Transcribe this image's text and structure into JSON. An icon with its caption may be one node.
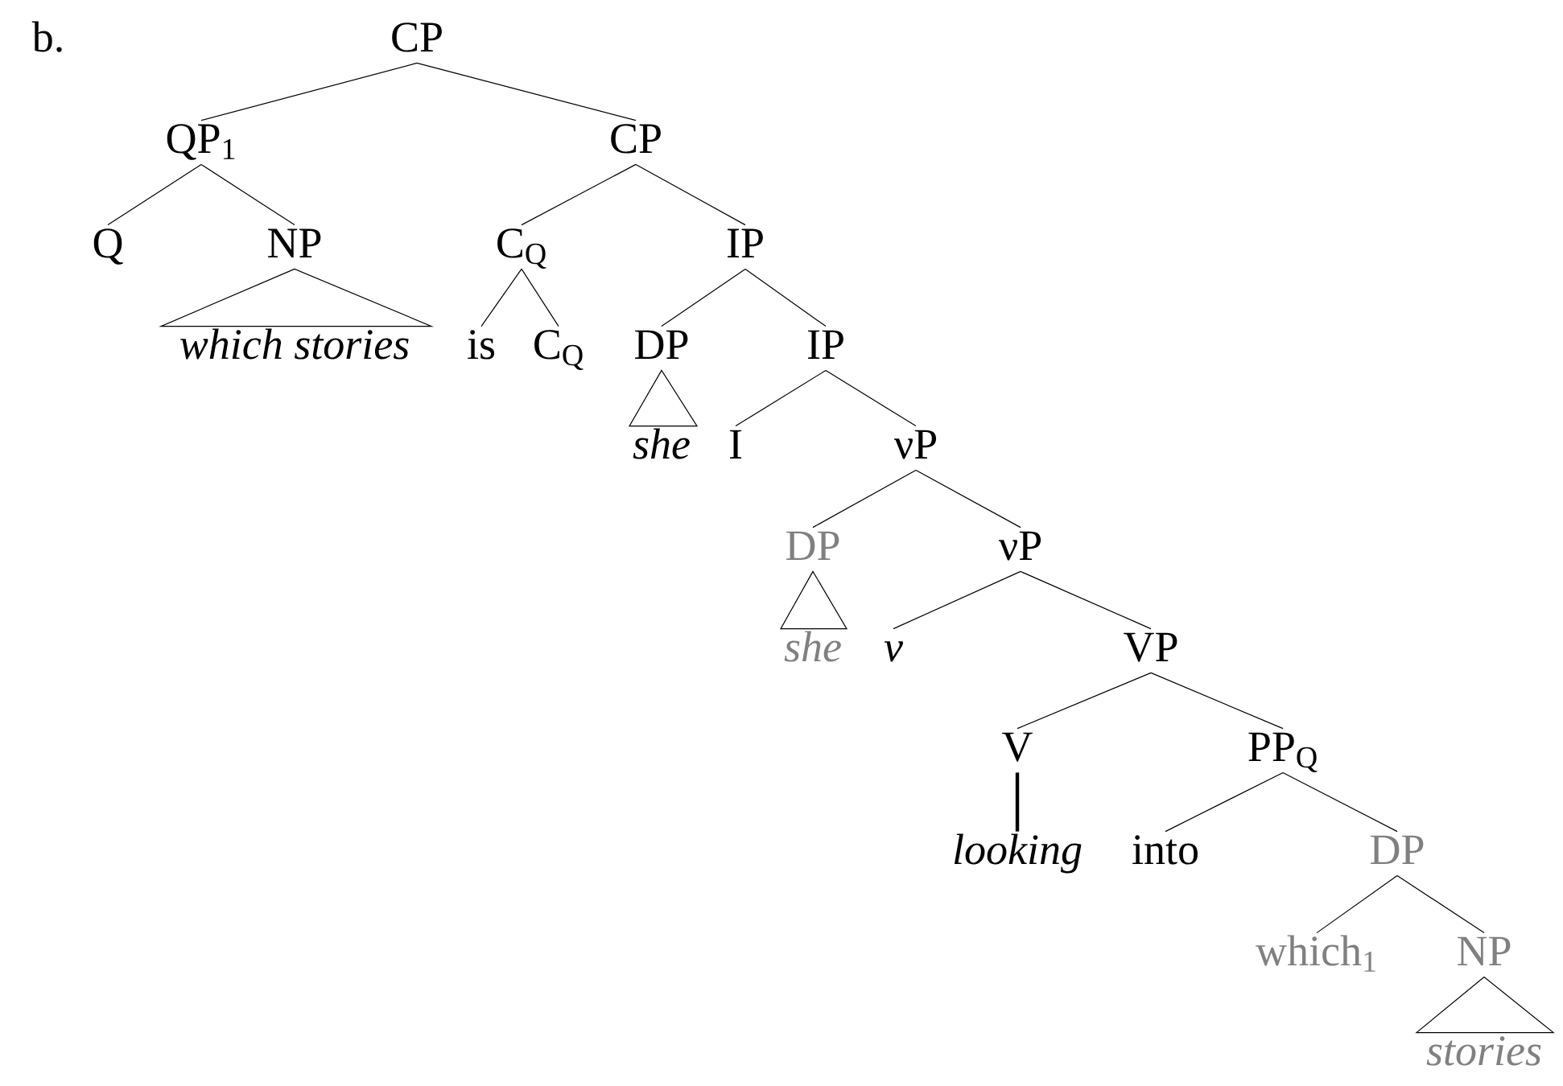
{
  "diagram": {
    "nodes": [
      {
        "text": [
          "CP"
        ]
      },
      {
        "text": [
          "QP$_{1}$"
        ]
      },
      {
        "text": [
          "CP"
        ]
      },
      {
        "text": [
          "Q"
        ]
      },
      {
        "text": [
          "NP"
        ]
      },
      {
        "text": [
          "which stories"
        ]
      },
      {
        "text": [
          "C$_{Q}$"
        ]
      },
      {
        "text": [
          "IP"
        ]
      },
      {
        "text": [
          "is"
        ]
      },
      {
        "text": [
          "C$_{Q}$"
        ]
      },
      {
        "text": [
          "DP"
        ]
      },
      {
        "text": [
          "IP"
        ]
      },
      {
        "text": [
          "she"
        ]
      },
      {
        "text": [
          "I"
        ]
      },
      {
        "text": [
          "νP"
        ]
      },
      {
        "text": [
          "DP"
        ]
      },
      {
        "text": [
          "νP"
        ]
      },
      {
        "text": [
          "she"
        ]
      },
      {
        "text": [
          "ν"
        ]
      },
      {
        "text": [
          "VP"
        ]
      },
      {
        "text": [
          "V"
        ]
      },
      {
        "text": [
          "PP$_{Q}$"
        ]
      },
      {
        "text": [
          "looking"
        ]
      },
      {
        "text": [
          "into"
        ]
      },
      {
        "text": [
          "DP"
        ]
      },
      {
        "text": [
          "which$_{1}$"
        ]
      },
      {
        "text": [
          "NP"
        ]
      },
      {
        "text": [
          "stories"
        ]
      }
    ],
    "edges": [
      {
        "from": 0,
        "to": 1,
        "arrow": "none"
      },
      {
        "from": 0,
        "to": 2,
        "arrow": "none"
      },
      {
        "from": 1,
        "to": 3,
        "arrow": "none"
      },
      {
        "from": 1,
        "to": 4,
        "arrow": "none"
      },
      {
        "from": 4,
        "to": 5,
        "arrow": "none"
      },
      {
        "from": 2,
        "to": 6,
        "arrow": "none"
      },
      {
        "from": 2,
        "to": 7,
        "arrow": "none"
      },
      {
        "from": 6,
        "to": 8,
        "arrow": "none"
      },
      {
        "from": 6,
        "to": 9,
        "arrow": "none"
      },
      {
        "from": 7,
        "to": 10,
        "arrow": "none"
      },
      {
        "from": 7,
        "to": 11,
        "arrow": "none"
      },
      {
        "from": 10,
        "to": 12,
        "arrow": "none"
      },
      {
        "from": 11,
        "to": 13,
        "arrow": "none"
      },
      {
        "from": 11,
        "to": 14,
        "arrow": "none"
      },
      {
        "from": 14,
        "to": 15,
        "arrow": "none"
      },
      {
        "from": 14,
        "to": 16,
        "arrow": "none"
      },
      {
        "from": 15,
        "to": 17,
        "arrow": "none"
      },
      {
        "from": 16,
        "to": 18,
        "arrow": "none"
      },
      {
        "from": 16,
        "to": 19,
        "arrow": "none"
      },
      {
        "from": 19,
        "to": 20,
        "arrow": "none"
      },
      {
        "from": 19,
        "to": 21,
        "arrow": "none"
      },
      {
        "from": 20,
        "to": 22,
        "arrow": "none",
        "style": "thick"
      },
      {
        "from": 21,
        "to": 23,
        "arrow": "none"
      },
      {
        "from": 21,
        "to": 24,
        "arrow": "none"
      },
      {
        "from": 24,
        "to": 25,
        "arrow": "none"
      },
      {
        "from": 24,
        "to": 26,
        "arrow": "none"
      },
      {
        "from": 26,
        "to": 27,
        "arrow": "none"
      }
    ],
    "labels": [
      "b."
    ]
  }
}
